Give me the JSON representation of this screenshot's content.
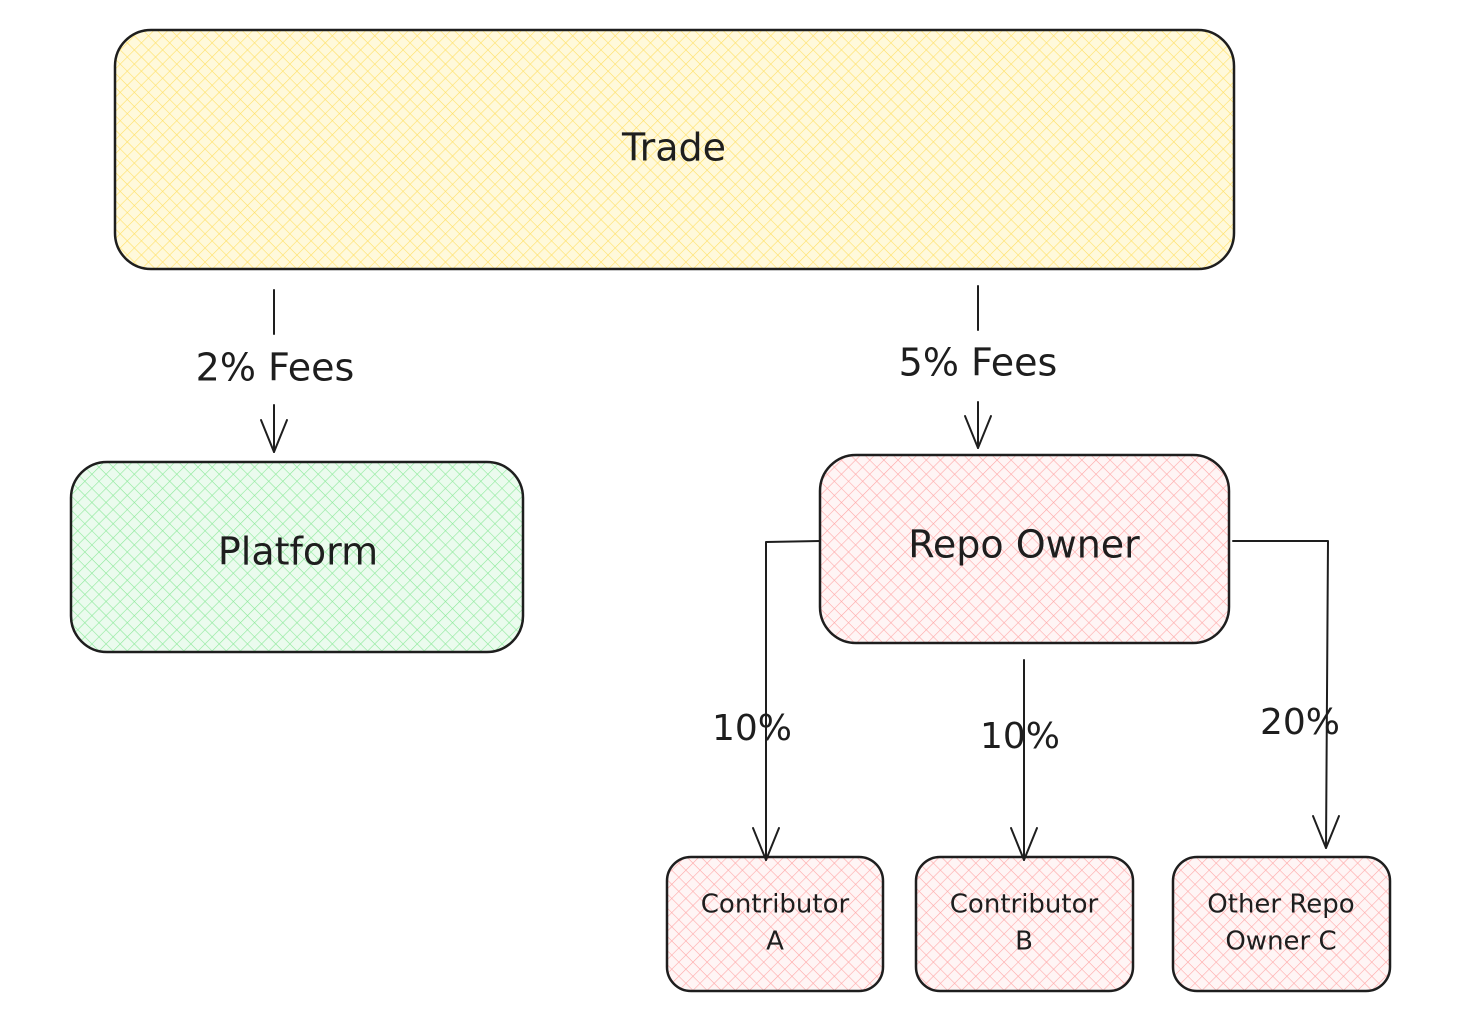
{
  "nodes": {
    "trade": {
      "label": "Trade",
      "fill": "#fff3bf"
    },
    "platform": {
      "label": "Platform",
      "fill": "#d3f9d8"
    },
    "repo_owner": {
      "label": "Repo Owner",
      "fill": "#ffe3e3"
    },
    "contributor_a": {
      "label_line1": "Contributor",
      "label_line2": "A",
      "fill": "#ffe3e3"
    },
    "contributor_b": {
      "label_line1": "Contributor",
      "label_line2": "B",
      "fill": "#ffe3e3"
    },
    "other_owner_c": {
      "label_line1": "Other Repo",
      "label_line2": "Owner C",
      "fill": "#ffe3e3"
    }
  },
  "edges": {
    "trade_to_platform": {
      "label": "2% Fees"
    },
    "trade_to_repo_owner": {
      "label": "5% Fees"
    },
    "repo_owner_to_contributor_a": {
      "label": "10%"
    },
    "repo_owner_to_contributor_b": {
      "label": "10%"
    },
    "repo_owner_to_other_owner_c": {
      "label": "20%"
    }
  },
  "colors": {
    "stroke": "#1e1e1e",
    "yellow_fill": "#fff3bf",
    "green_fill": "#d3f9d8",
    "red_fill": "#ffe3e3"
  }
}
